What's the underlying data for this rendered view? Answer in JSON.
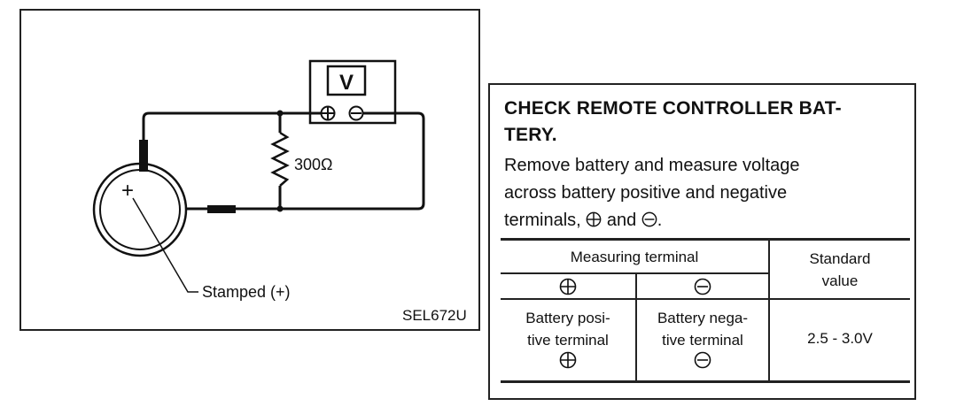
{
  "diagram": {
    "meter_label": "V",
    "resistor_label": "300Ω",
    "battery_plus_mark": "+",
    "callout_label": "Stamped (+)",
    "figure_code": "SEL672U",
    "meter_terminal_icons": [
      "plus-circle-icon",
      "minus-circle-icon"
    ]
  },
  "check": {
    "title_line1": "CHECK REMOTE CONTROLLER BAT-",
    "title_line2": "TERY.",
    "instr_line1": "Remove battery and measure voltage",
    "instr_line2": "across battery positive and negative",
    "instr_line3_prefix": "terminals,",
    "instr_line3_and": "and",
    "instr_line3_end": "."
  },
  "table": {
    "header_group": "Measuring terminal",
    "header_standard_line1": "Standard",
    "header_standard_line2": "value",
    "subheader_icons": [
      "plus-circle-icon",
      "minus-circle-icon"
    ],
    "row": {
      "positive_line1": "Battery posi-",
      "positive_line2": "tive terminal",
      "negative_line1": "Battery nega-",
      "negative_line2": "tive terminal",
      "standard_value": "2.5 - 3.0V"
    }
  }
}
